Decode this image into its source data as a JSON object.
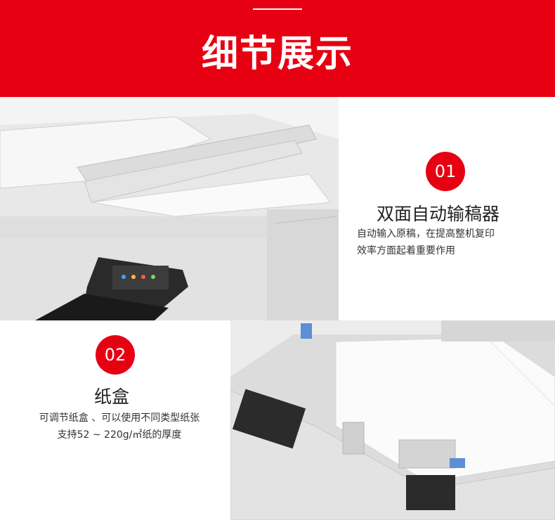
{
  "header": {
    "title": "细节展示"
  },
  "colors": {
    "brand_red": "#e60012",
    "text_dark": "#222222"
  },
  "features": [
    {
      "number": "01",
      "title": "双面自动输稿器",
      "desc_lines": [
        "自动输入原稿，在提高整机复印",
        "效率方面起着重要作用"
      ]
    },
    {
      "number": "02",
      "title": "纸盒",
      "desc_lines": [
        "可调节纸盒 、可以使用不同类型纸张",
        "支持52 ~ 220g/㎡纸的厚度"
      ]
    }
  ]
}
